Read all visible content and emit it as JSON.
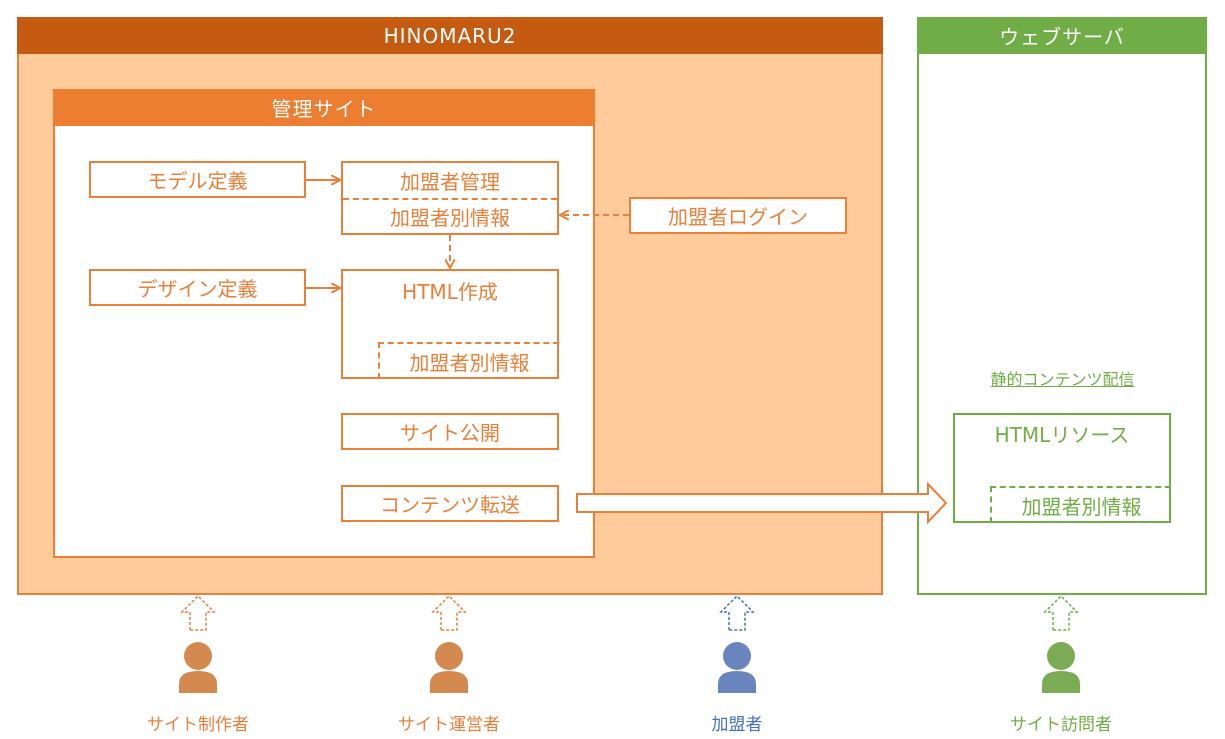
{
  "hinomaru": {
    "title": "HINOMARU2"
  },
  "webserver": {
    "title": "ウェブサーバ",
    "static_link": "静的コンテンツ配信",
    "html_resource": "HTMLリソース",
    "member_info": "加盟者別情報"
  },
  "admin": {
    "title": "管理サイト",
    "model_def": "モデル定義",
    "member_mgmt": "加盟者管理",
    "member_info": "加盟者別情報",
    "design_def": "デザイン定義",
    "html_create": "HTML作成",
    "html_member_info": "加盟者別情報",
    "site_publish": "サイト公開",
    "content_transfer": "コンテンツ転送"
  },
  "member_login": "加盟者ログイン",
  "actors": [
    {
      "label": "サイト制作者",
      "color": "#D4894F"
    },
    {
      "label": "サイト運営者",
      "color": "#D4894F"
    },
    {
      "label": "加盟者",
      "color": "#6A84BE"
    },
    {
      "label": "サイト訪問者",
      "color": "#7CAB55"
    }
  ],
  "colors": {
    "hinomaru_header": "#C55A11",
    "hinomaru_body": "#FFCB9A",
    "admin_accent": "#ED7D31",
    "box_border": "#E8803A",
    "web_green": "#6FAE45"
  }
}
